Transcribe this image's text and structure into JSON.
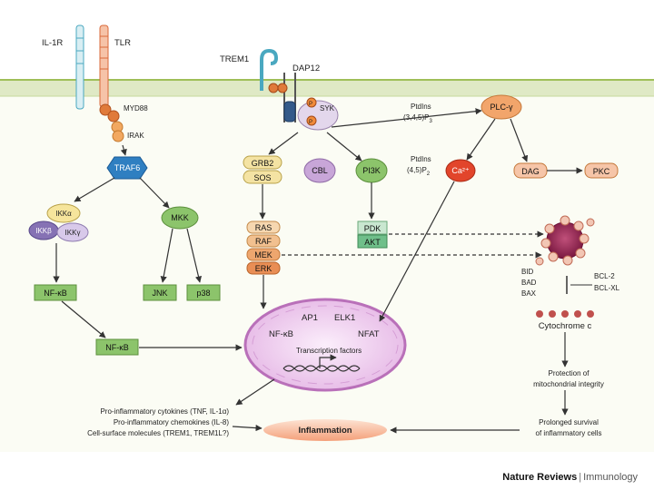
{
  "receptors": {
    "il1r": "IL-1R",
    "tlr": "TLR",
    "myd88": "MYD88",
    "irak": "IRAK",
    "trem1": "TREM1",
    "dap12": "DAP12",
    "syk": "SYK",
    "p": "P"
  },
  "left_pathway": {
    "traf6": "TRAF6",
    "ikka": "IKKα",
    "ikkb": "IKKβ",
    "ikkg": "IKKγ",
    "mkk": "MKK",
    "nfkb_top": "NF-κB",
    "jnk": "JNK",
    "p38": "p38",
    "nfkb_bottom": "NF-κB"
  },
  "middle_pathway": {
    "grb2": "GRB2",
    "sos": "SOS",
    "cbl": "CBL",
    "pi3k": "PI3K",
    "ras": "RAS",
    "raf": "RAF",
    "mek": "MEK",
    "erk": "ERK",
    "pdk": "PDK",
    "akt": "AKT",
    "ptdins345_a": "PtdIns",
    "ptdins345_b": "(3,4,5)P",
    "ptdins345_sub": "3",
    "ptdins45_a": "PtdIns",
    "ptdins45_b": "(4,5)P",
    "ptdins45_sub": "2"
  },
  "right_pathway": {
    "plcg": "PLC-γ",
    "ca": "Ca²⁺",
    "dag": "DAG",
    "pkc": "PKC",
    "bid": "BID",
    "bad": "BAD",
    "bax": "BAX",
    "bcl2": "BCL-2",
    "bclxl": "BCL-XL",
    "cytochrome": "Cytochrome c",
    "protection_1": "Protection of",
    "protection_2": "mitochondrial integrity",
    "survival_1": "Prolonged survival",
    "survival_2": "of inflammatory cells"
  },
  "nucleus": {
    "ap1": "AP1",
    "elk1": "ELK1",
    "nfkb": "NF-κB",
    "nfat": "NFAT",
    "tf": "Transcription factors"
  },
  "outputs": {
    "line1": "Pro-inflammatory cytokines (TNF, IL-1α)",
    "line2": "Pro-inflammatory chemokines (IL-8)",
    "line3": "Cell-surface molecules (TREM1, TREM1L?)",
    "inflammation": "Inflammation"
  },
  "footer": {
    "brand": "Nature Reviews",
    "sep": "|",
    "journal": "Immunology"
  },
  "colors": {
    "membrane": "#dfe9c5",
    "membrane_edge": "#9fbf58",
    "traf6": "#2f7fc1",
    "green_box": "#8cc46b",
    "yellow_box": "#f4e3a3",
    "orange_box": "#f2a56b",
    "purple": "#c8a6d8",
    "nucleus": "#e8c7e8",
    "red": "#e2452b"
  }
}
